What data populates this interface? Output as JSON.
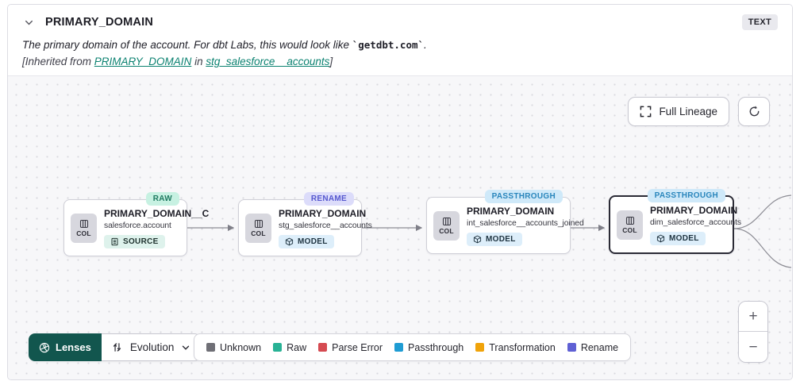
{
  "header": {
    "title": "PRIMARY_DOMAIN",
    "type_badge": "TEXT",
    "description": {
      "prefix": "The primary domain of the account. For dbt Labs, this would look like ",
      "code": "`getdbt.com`",
      "suffix": "."
    },
    "inherited": {
      "prefix": "[Inherited from ",
      "column_link": "PRIMARY_DOMAIN",
      "middle": " in ",
      "model_link": "stg_salesforce__accounts",
      "suffix": "]"
    }
  },
  "lineage": {
    "full_lineage_button": "Full Lineage",
    "nodes": [
      {
        "status_badge": "RAW",
        "status_bg": "#c7f1e2",
        "status_text": "#1f7a61",
        "title": "PRIMARY_DOMAIN__C",
        "subtitle": "salesforce.account",
        "col_label": "COL",
        "type_label": "SOURCE",
        "selected": false
      },
      {
        "status_badge": "RENAME",
        "status_bg": "#dcdcfa",
        "status_text": "#5658cf",
        "title": "PRIMARY_DOMAIN",
        "subtitle": "stg_salesforce__accounts",
        "col_label": "COL",
        "type_label": "MODEL",
        "selected": false
      },
      {
        "status_badge": "PASSTHROUGH",
        "status_bg": "#cfe9f9",
        "status_text": "#2a86bc",
        "title": "PRIMARY_DOMAIN",
        "subtitle": "int_salesforce__accounts_joined",
        "col_label": "COL",
        "type_label": "MODEL",
        "selected": false
      },
      {
        "status_badge": "PASSTHROUGH",
        "status_bg": "#cfe9f9",
        "status_text": "#2a86bc",
        "title": "PRIMARY_DOMAIN",
        "subtitle": "dim_salesforce_accounts",
        "col_label": "COL",
        "type_label": "MODEL",
        "selected": true
      }
    ]
  },
  "toolbar": {
    "lenses_label": "Lenses",
    "lens_selected": "Evolution"
  },
  "legend": {
    "items": [
      {
        "label": "Unknown",
        "color": "#6f6f76"
      },
      {
        "label": "Raw",
        "color": "#28b295"
      },
      {
        "label": "Parse Error",
        "color": "#d54a51"
      },
      {
        "label": "Passthrough",
        "color": "#1f9cd3"
      },
      {
        "label": "Transformation",
        "color": "#f0a30a"
      },
      {
        "label": "Rename",
        "color": "#5f60d4"
      }
    ]
  },
  "zoom_controls": {
    "zoom_in": "+",
    "zoom_out": "−"
  },
  "colors": {
    "link_teal": "#0c8271",
    "lenses_bg": "#12564e",
    "canvas_bg": "#f7f7f9"
  }
}
